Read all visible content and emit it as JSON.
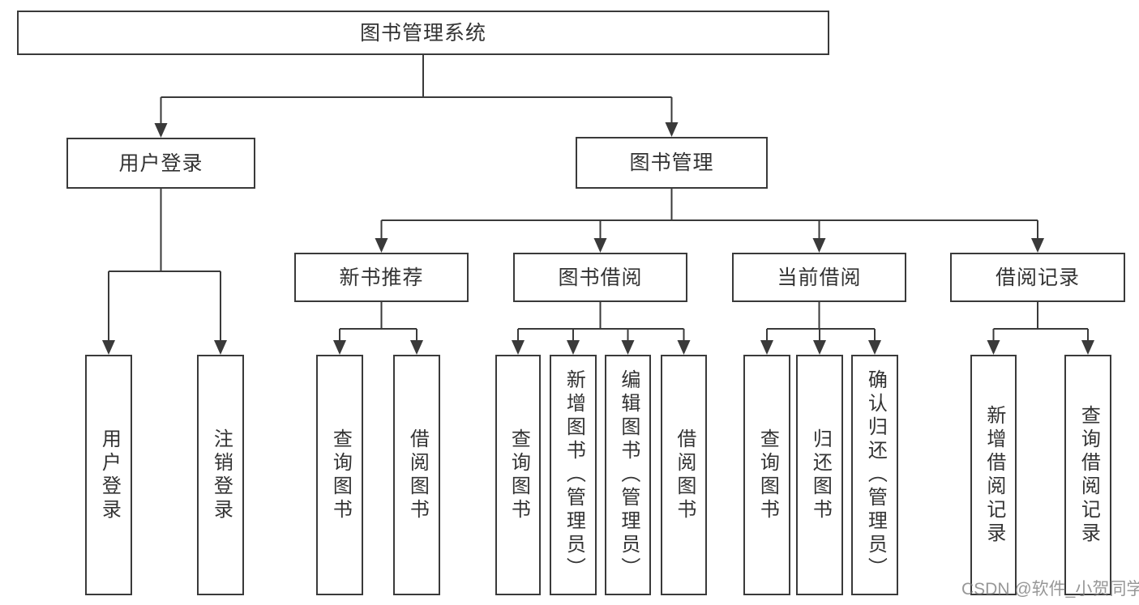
{
  "diagram": {
    "root": {
      "label": "图书管理系统"
    },
    "level2": [
      {
        "label": "用户登录"
      },
      {
        "label": "图书管理"
      }
    ],
    "level3": [
      {
        "label": "新书推荐"
      },
      {
        "label": "图书借阅"
      },
      {
        "label": "当前借阅"
      },
      {
        "label": "借阅记录"
      }
    ],
    "leaves": {
      "login": [
        {
          "label": "用户登录"
        },
        {
          "label": "注销登录"
        }
      ],
      "recommend": [
        {
          "label": "查询图书"
        },
        {
          "label": "借阅图书"
        }
      ],
      "borrow": [
        {
          "label": "查询图书"
        },
        {
          "label": "新增图书（管理员）"
        },
        {
          "label": "编辑图书（管理员）"
        },
        {
          "label": "借阅图书"
        }
      ],
      "current": [
        {
          "label": "查询图书"
        },
        {
          "label": "归还图书"
        },
        {
          "label": "确认归还（管理员）"
        }
      ],
      "records": [
        {
          "label": "新增借阅记录"
        },
        {
          "label": "查询借阅记录"
        }
      ]
    }
  },
  "watermark": {
    "text": "CSDN @软件_小贺同学"
  },
  "colors": {
    "line": "#3a3a3a",
    "text": "#333333",
    "watermark": "#7d7d7d",
    "background": "#ffffff"
  }
}
